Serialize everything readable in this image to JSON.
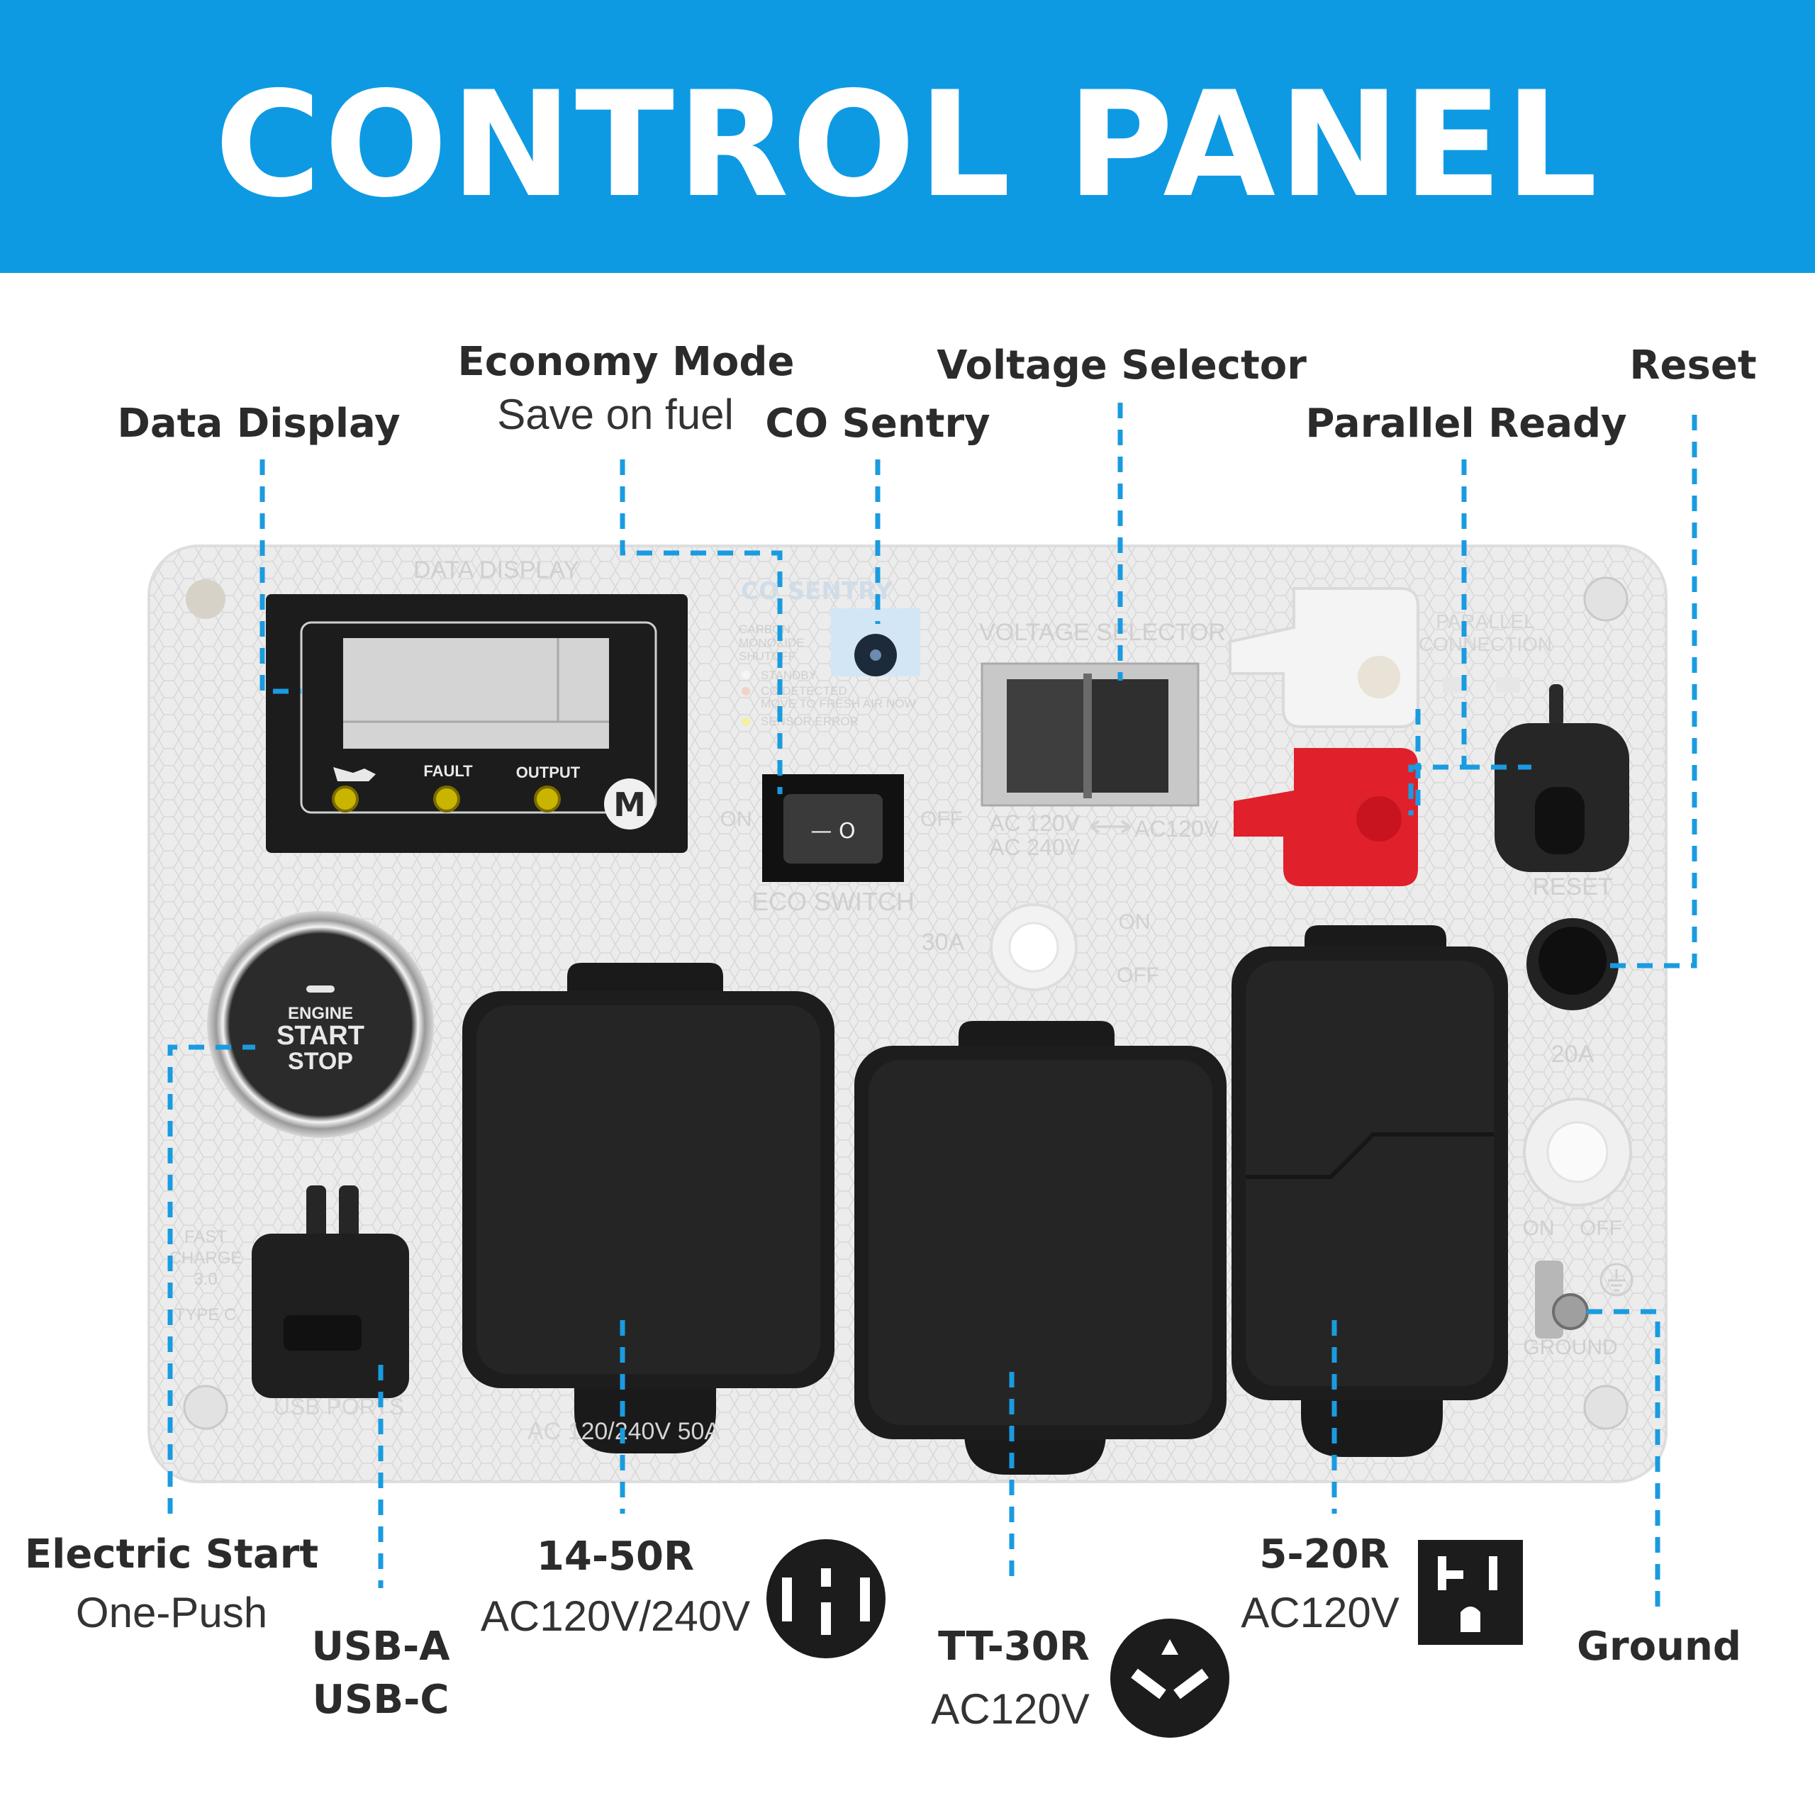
{
  "title": "CONTROL PANEL",
  "callouts": {
    "data_display": "Data Display",
    "economy_mode": "Economy Mode",
    "economy_mode_sub": "Save on fuel",
    "co_sentry": "CO Sentry",
    "voltage_selector": "Voltage Selector",
    "parallel_ready": "Parallel Ready",
    "reset": "Reset",
    "electric_start": "Electric Start",
    "electric_start_sub": "One-Push",
    "usb_a": "USB-A",
    "usb_c": "USB-C",
    "outlet_1450": "14-50R",
    "outlet_1450_sub": "AC120V/240V",
    "outlet_tt30": "TT-30R",
    "outlet_tt30_sub": "AC120V",
    "outlet_520": "5-20R",
    "outlet_520_sub": "AC120V",
    "ground": "Ground"
  },
  "panel_text": {
    "data_display": "DATA DISPLAY",
    "fault": "FAULT",
    "output": "OUTPUT",
    "m_button": "M",
    "co_sentry_logo": "CO SENTRY",
    "co_lines": [
      "CARBON",
      "MONOXIDE",
      "SHUTOFF"
    ],
    "co_standby": "STANDBY",
    "co_detected": "CO DETECTED",
    "co_move": "MOVE TO FRESH AIR NOW",
    "co_sensor": "SENSOR ERROR",
    "on": "ON",
    "off": "OFF",
    "eco_switch": "ECO SWITCH",
    "voltage_selector": "VOLTAGE SELECTOR",
    "ac120_240": "AC 120V",
    "ac240": "AC 240V",
    "ac120": "AC120V",
    "parallel_connection_1": "PARALLEL",
    "parallel_connection_2": "CONNECTION",
    "reset": "RESET",
    "amp_30": "30A",
    "amp_20": "20A",
    "breaker_on": "ON",
    "breaker_off": "OFF",
    "engine": "ENGINE",
    "start": "START",
    "stop": "STOP",
    "fast_charge": [
      "FAST",
      "CHARGE",
      "3.0"
    ],
    "type_c": "TYPE C",
    "usb_ports": "USB PORTS",
    "outlet_50a": "AC 120/240V 50A",
    "ground": "GROUND",
    "rocker_symbol": "— O"
  },
  "colors": {
    "banner": "#0e9ae3",
    "dashed_line": "#1a9be0",
    "label_text": "#2b2b2b",
    "panel": "#e9e9e9",
    "cover": "#1b1b1b",
    "red_terminal": "#e0202a"
  }
}
